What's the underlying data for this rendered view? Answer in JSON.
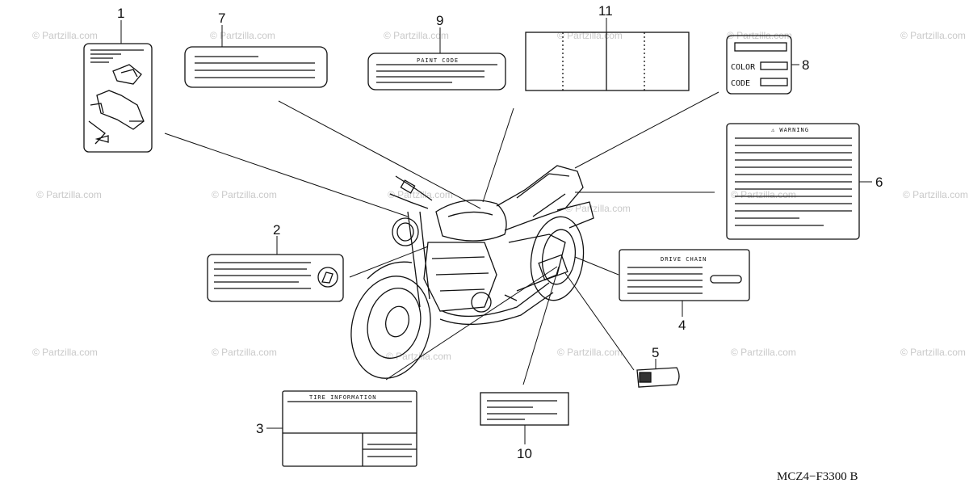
{
  "watermark": "© Partzilla.com",
  "diagram_code": "MCZ4−F3300 B",
  "callouts": {
    "c1": "1",
    "c2": "2",
    "c3": "3",
    "c4": "4",
    "c5": "5",
    "c6": "6",
    "c7": "7",
    "c8": "8",
    "c9": "9",
    "c10": "10",
    "c11": "11"
  },
  "labels": {
    "paint_code": "PAINT CODE",
    "color": "COLOR",
    "code": "CODE",
    "warning": "⚠ WARNING",
    "drive_chain": "DRIVE CHAIN",
    "tire_information": "TIRE INFORMATION"
  }
}
